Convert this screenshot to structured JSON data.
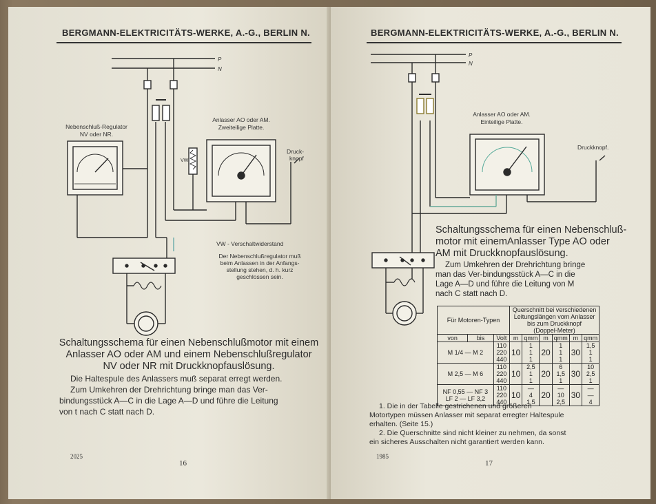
{
  "left_page": {
    "header": "BERGMANN-ELEKTRICITÄTS-WERKE, A.-G., BERLIN N.",
    "diagram_labels": {
      "p": "P",
      "n": "N",
      "regulator": "Nebenschluß-Regulator",
      "regulator_type": "NV oder NR.",
      "starter": "Anlasser AO oder AM.",
      "starter_plate": "Zweiteilige Platte.",
      "push_button_1": "Druck-",
      "push_button_2": "knopf",
      "vw": "VW"
    },
    "vw_legend": "VW - Verschaltwiderstand",
    "note": [
      "Der Nebenschlußregulator muß",
      "beim Anlassen in der Anfangs-",
      "stellung stehen, d. h. kurz",
      "geschlossen sein."
    ],
    "caption": [
      "Schaltungsschema für einen Nebenschlußmotor mit einem",
      "Anlasser AO oder AM und einem Nebenschlußregulator",
      "NV oder NR mit Druckknopfauslösung."
    ],
    "body": [
      "Die Haltespule des Anlassers muß separat erregt werden.",
      "Zum Umkehren der Drehrichtung bringe man das Ver-",
      "bindungsstück A—C in die Lage A—D und führe die Leitung",
      "von t nach C statt nach D."
    ],
    "signum": "2025",
    "page_number": "16"
  },
  "right_page": {
    "header": "BERGMANN-ELEKTRICITÄTS-WERKE, A.-G., BERLIN N.",
    "diagram_labels": {
      "p": "P",
      "n": "N",
      "starter": "Anlasser AO oder AM.",
      "starter_plate": "Einteilige Platte.",
      "push_button": "Druckknopf."
    },
    "caption": [
      "Schaltungsschema für einen Nebenschluß-",
      "motor mit einemAnlasser Type AO oder",
      "AM mit Druckknopfauslösung."
    ],
    "body": [
      "Zum Umkehren der Drehrichtung bringe",
      "man das Ver-bindungsstück A—C in die",
      "Lage A—D und führe die Leitung von M",
      "nach C statt nach D."
    ],
    "table": {
      "col_motor": "Für Motoren-Typen",
      "col_cross": [
        "Querschnitt bei verschiedenen",
        "Leitungslängen vom Anlasser",
        "bis zum Druckknopf",
        "(Doppel-Meter)"
      ],
      "sub_from": "von",
      "sub_to": "bis",
      "sub_volt": "Volt",
      "sub_m": "m",
      "sub_qmm": "qmm",
      "rows": [
        {
          "motor": "M 1/4 — M 2",
          "volts": [
            "110",
            "220",
            "440"
          ],
          "m1": "10",
          "q1": [
            "1",
            "1",
            "1"
          ],
          "m2": "20",
          "q2": [
            "1",
            "1",
            "1"
          ],
          "m3": "30",
          "q3": [
            "1,5",
            "1",
            "1"
          ]
        },
        {
          "motor": "M 2,5 — M 6",
          "volts": [
            "110",
            "220",
            "440"
          ],
          "m1": "10",
          "q1": [
            "2,5",
            "1",
            "1"
          ],
          "m2": "20",
          "q2": [
            "6",
            "1,5",
            "1"
          ],
          "m3": "30",
          "q3": [
            "10",
            "2,5",
            "1"
          ]
        },
        {
          "motor": [
            "NF 0,55 — NF 3",
            "LF 2 — LF 3,2"
          ],
          "volts": [
            "110",
            "220",
            "440"
          ],
          "m1": "10",
          "q1": [
            "—",
            "4",
            "1,5"
          ],
          "m2": "20",
          "q2": [
            "—",
            "10",
            "2,5"
          ],
          "m3": "30",
          "q3": [
            "—",
            "—",
            "4"
          ]
        }
      ]
    },
    "footnotes": [
      "1. Die in der Tabelle gestrichenen und größeren",
      "Motortypen müssen Anlasser mit separat erregter Haltespule",
      "erhalten. (Seite 15.)",
      "2. Die Querschnitte sind nicht kleiner zu nehmen, da sonst",
      "ein sicheres Ausschalten nicht garantiert werden kann."
    ],
    "signum": "1985",
    "page_number": "17"
  }
}
